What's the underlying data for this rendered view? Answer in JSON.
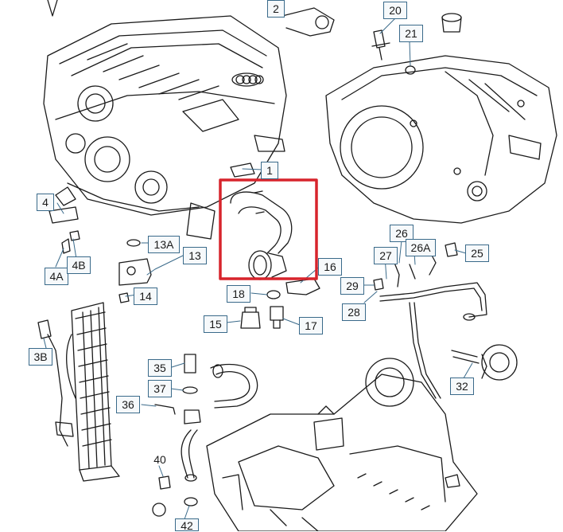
{
  "diagram": {
    "highlight_color": "#d7242c",
    "line_color": "#1a1a1a",
    "callout_color": "#3a6a8a",
    "labels": {
      "l1": "1",
      "l2": "2",
      "l3B": "3B",
      "l4": "4",
      "l4A": "4A",
      "l4B": "4B",
      "l13": "13",
      "l13A": "13A",
      "l14": "14",
      "l15": "15",
      "l16": "16",
      "l17": "17",
      "l18": "18",
      "l20": "20",
      "l21": "21",
      "l25": "25",
      "l26": "26",
      "l26A": "26A",
      "l27": "27",
      "l28": "28",
      "l29": "29",
      "l32": "32",
      "l35": "35",
      "l36": "36",
      "l37": "37",
      "l40": "40",
      "l42": "42"
    }
  }
}
